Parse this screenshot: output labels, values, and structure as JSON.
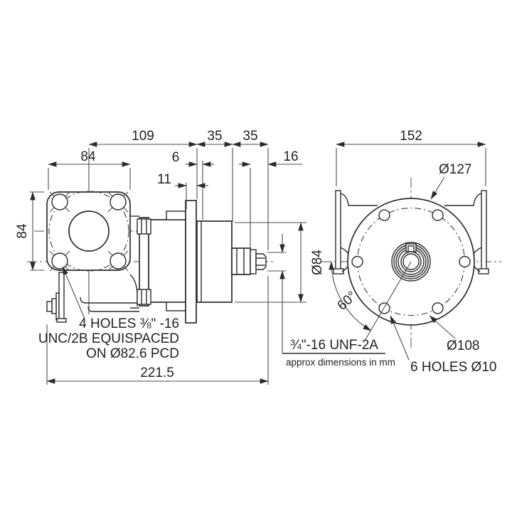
{
  "side_view": {
    "dim_109": "109",
    "dim_35_a": "35",
    "dim_35_b": "35",
    "dim_flange_width": "84",
    "dim_6": "6",
    "dim_16": "16",
    "dim_11": "11",
    "dim_flange_height": "84",
    "dim_body_dia": "Ø84",
    "dim_overall_length": "221.5",
    "holes_note_line1": "4 HOLES ⅜\" -16",
    "holes_note_line2": "UNC/2B EQUISPACED",
    "holes_note_line3": "ON Ø82.6 PCD"
  },
  "front_view": {
    "dim_width": "152",
    "dim_outer_dia": "Ø127",
    "dim_hole_angle": "60°",
    "dim_pcd": "Ø108",
    "holes_note": "6 HOLES Ø10",
    "shaft_thread": "¾\"-16 UNF-2A"
  },
  "footnote": "approx dimensions in mm",
  "colors": {
    "line": "#2b2b2b",
    "thin": "#4d4d4d",
    "background": "#ffffff"
  }
}
